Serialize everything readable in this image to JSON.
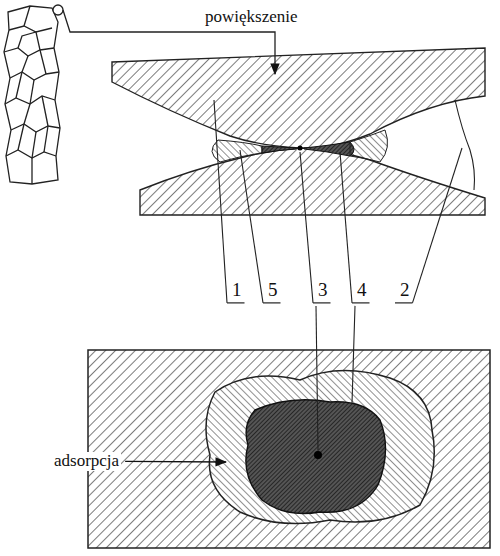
{
  "diagram": {
    "labels": [
      "powiększenie",
      "1",
      "5",
      "3",
      "4",
      "2",
      "adsorpcja"
    ]
  }
}
